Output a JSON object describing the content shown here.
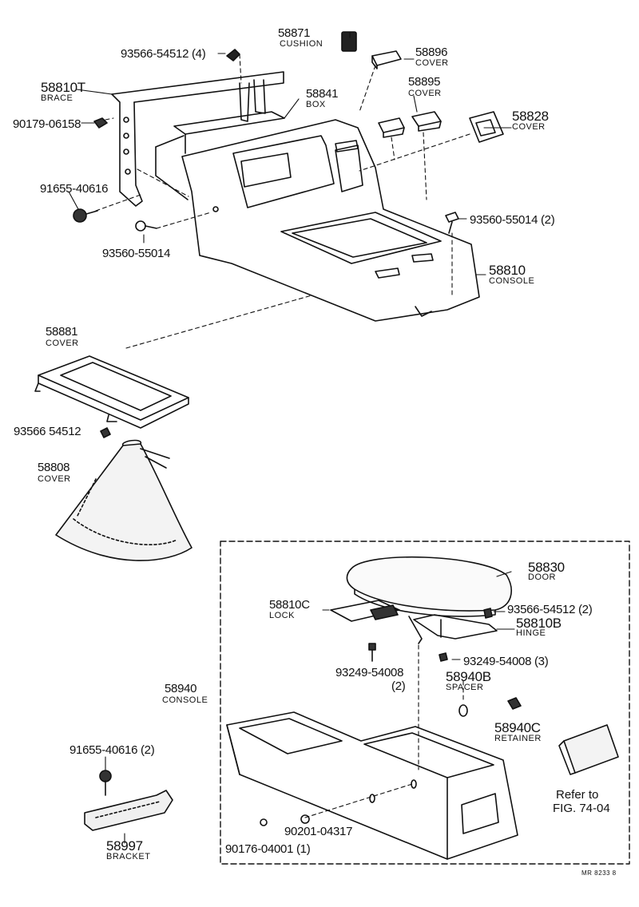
{
  "labels": {
    "p58871": "58871",
    "n58871": "CUSHION",
    "p93566a": "93566-54512 (4)",
    "p58896": "58896",
    "n58896": "COVER",
    "p58810T": "58810T",
    "n58810T": "BRACE",
    "p58841": "58841",
    "n58841": "BOX",
    "p58895": "58895",
    "n58895": "COVER",
    "p90179": "90179-06158",
    "p58828": "58828",
    "n58828": "COVER",
    "p91655a": "91655-40616",
    "p93560a": "93560-55014 (2)",
    "p93560b": "93560-55014",
    "p58810": "58810",
    "n58810": "CONSOLE",
    "p58881": "58881",
    "n58881": "COVER",
    "p93566b": "93566 54512",
    "p58808": "58808",
    "n58808": "COVER",
    "p58830": "58830",
    "n58830": "DOOR",
    "p58810C": "58810C",
    "n58810C": "LOCK",
    "p93566c": "93566-54512 (2)",
    "p58810B": "58810B",
    "n58810B": "HINGE",
    "p93249a": "93249-54008",
    "p93249a2": "(2)",
    "p93249b": "93249-54008 (3)",
    "p58940": "58940",
    "n58940": "CONSOLE",
    "p58940B": "58940B",
    "n58940B": "SPACER",
    "p58940C": "58940C",
    "n58940C": "RETAINER",
    "p91655b": "91655-40616 (2)",
    "ref1": "Refer to",
    "ref2": "FIG. 74-04",
    "p90201": "90201-04317",
    "p90176": "90176-04001 (1)",
    "p58997": "58997",
    "n58997": "BRACKET",
    "code": "MR 8233 8"
  }
}
